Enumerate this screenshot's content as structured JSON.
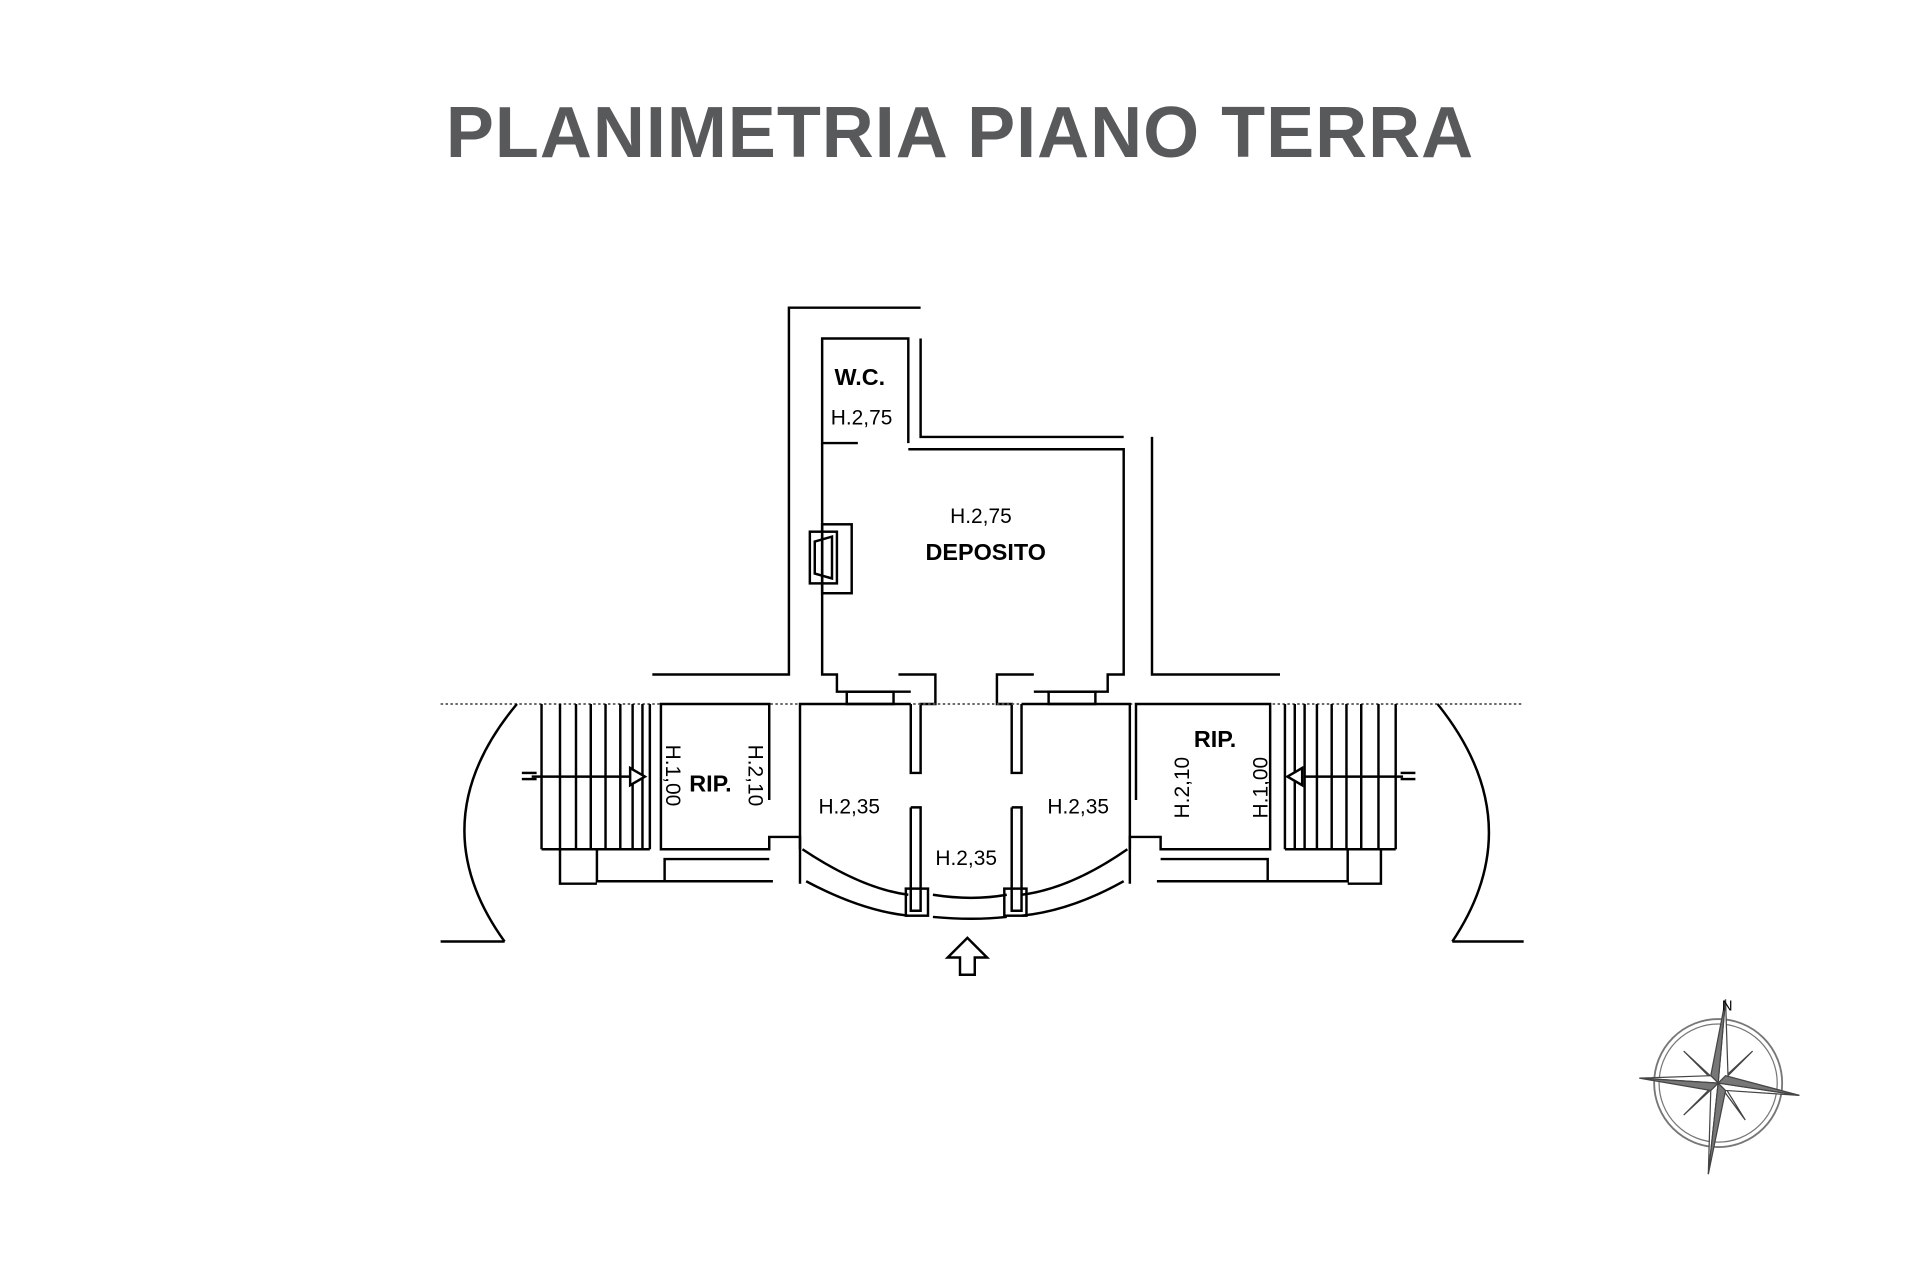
{
  "title": "PLANIMETRIA PIANO TERRA",
  "rooms": {
    "wc": {
      "label": "W.C.",
      "height": "H.2,75"
    },
    "deposito": {
      "label": "DEPOSITO",
      "height": "H.2,75"
    },
    "rip_left": {
      "label": "RIP.",
      "height_a": "H.1,00",
      "height_b": "H.2,10"
    },
    "rip_right": {
      "label": "RIP.",
      "height_a": "H.2,10",
      "height_b": "H.1,00"
    },
    "hall_left": {
      "height": "H.2,35"
    },
    "hall_right": {
      "height": "H.2,35"
    },
    "hall_center": {
      "height": "H.2,35"
    }
  },
  "compass": {
    "north_label": "N"
  }
}
